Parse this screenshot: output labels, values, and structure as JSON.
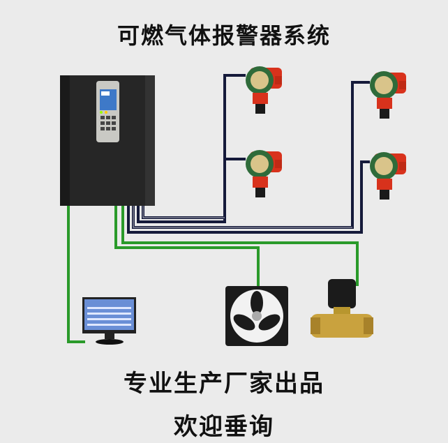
{
  "title": "可燃气体报警器系统",
  "subtitle_line1": "专业生产厂家出品",
  "subtitle_line2": "欢迎垂询",
  "colors": {
    "signal_wire": "#151a3a",
    "control_wire": "#2a9a2a",
    "detector": "#d8321c",
    "controller": "#262626"
  }
}
